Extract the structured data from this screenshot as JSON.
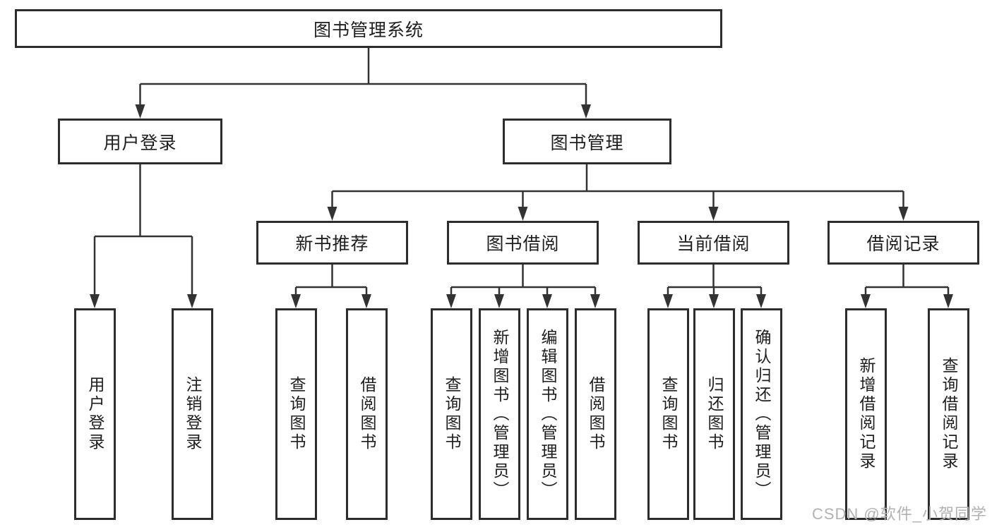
{
  "diagram_title": "图书管理系统",
  "nodes": {
    "root": "图书管理系统",
    "user_login": "用户登录",
    "book_mgmt": "图书管理",
    "new_books": "新书推荐",
    "book_borrow": "图书借阅",
    "current_borrow": "当前借阅",
    "borrow_records": "借阅记录",
    "leaf_user_login": "用户登录",
    "leaf_logout": "注销登录",
    "leaf_nb_query": "查询图书",
    "leaf_nb_borrow": "借阅图书",
    "leaf_bb_query": "查询图书",
    "leaf_bb_add": "新增图书（管理员）",
    "leaf_bb_edit": "编辑图书（管理员）",
    "leaf_bb_borrow": "借阅图书",
    "leaf_cb_query": "查询图书",
    "leaf_cb_return": "归还图书",
    "leaf_cb_confirm": "确认归还（管理员）",
    "leaf_br_add": "新增借阅记录",
    "leaf_br_query": "查询借阅记录"
  },
  "watermark": "CSDN @软件_小贺同学",
  "colors": {
    "line": "#333333",
    "box_border": "#2d2d2d",
    "text": "#1e1e1e",
    "watermark": "#b2b2b2",
    "background": "#ffffff"
  }
}
